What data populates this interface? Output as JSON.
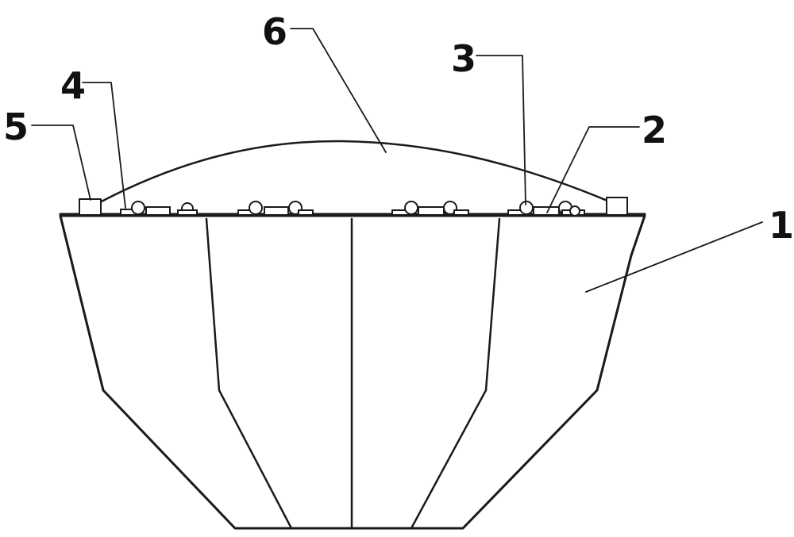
{
  "figure": {
    "labels": [
      {
        "id": "label-1",
        "text": "1"
      },
      {
        "id": "label-2",
        "text": "2"
      },
      {
        "id": "label-3",
        "text": "3"
      },
      {
        "id": "label-4",
        "text": "4"
      },
      {
        "id": "label-5",
        "text": "5"
      },
      {
        "id": "label-6",
        "text": "6"
      }
    ]
  },
  "colors": {
    "line": "#1a1a1a",
    "background": "#ffffff"
  }
}
